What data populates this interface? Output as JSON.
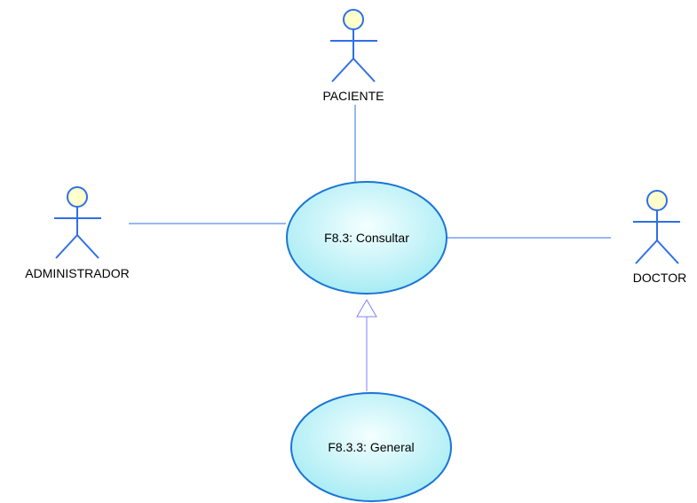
{
  "actors": {
    "paciente": {
      "label": "PACIENTE"
    },
    "administrador": {
      "label": "ADMINISTRADOR"
    },
    "doctor": {
      "label": "DOCTOR"
    }
  },
  "use_cases": {
    "consultar": {
      "label": "F8.3: Consultar"
    },
    "general": {
      "label": "F8.3.3: General"
    }
  },
  "relationships": [
    {
      "type": "association",
      "from": "PACIENTE",
      "to": "F8.3: Consultar"
    },
    {
      "type": "association",
      "from": "ADMINISTRADOR",
      "to": "F8.3: Consultar"
    },
    {
      "type": "association",
      "from": "DOCTOR",
      "to": "F8.3: Consultar"
    },
    {
      "type": "generalization",
      "from": "F8.3.3: General",
      "to": "F8.3: Consultar"
    }
  ],
  "colors": {
    "actor_stroke": "#2f6fe8",
    "actor_head_fill": "#ffffcc",
    "association_line": "#2f6fe8",
    "generalization_line": "#8080ff",
    "use_case_stroke": "#1a75d6",
    "use_case_fill_center": "#f4ffff",
    "use_case_fill_edge": "#a8ecf4"
  }
}
